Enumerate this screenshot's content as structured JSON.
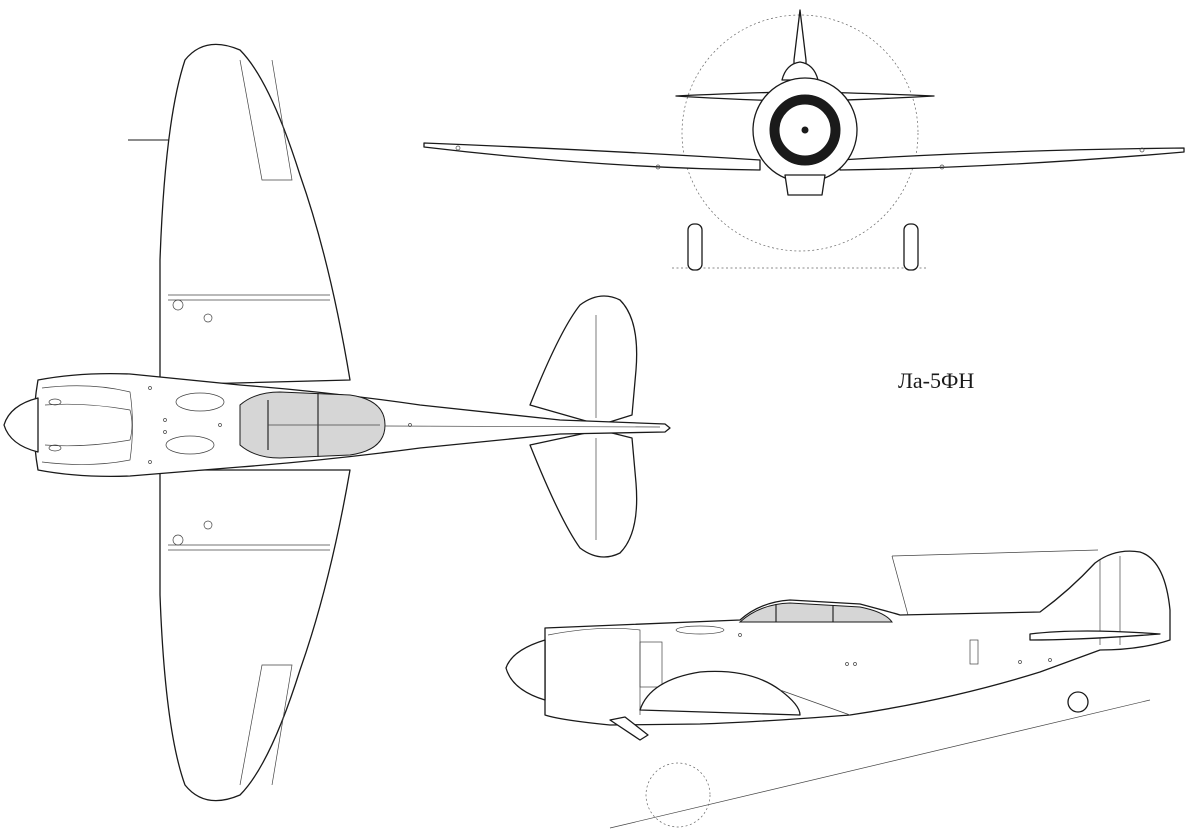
{
  "title": "Ла-5ФН",
  "views": [
    {
      "name": "plan-view",
      "description": "top"
    },
    {
      "name": "front-view",
      "description": "front"
    },
    {
      "name": "side-view",
      "description": "side"
    }
  ],
  "line_color": "#1a1a1a",
  "glass_color": "#d6d6d6",
  "background_color": "#ffffff"
}
